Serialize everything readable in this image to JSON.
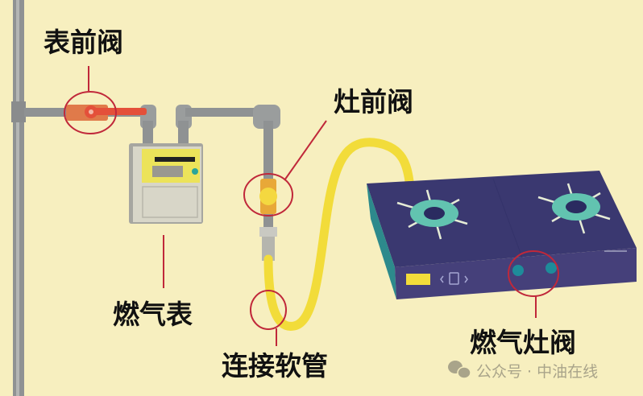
{
  "labels": {
    "meter_front_valve": "表前阀",
    "stove_front_valve": "灶前阀",
    "gas_meter": "燃气表",
    "connecting_hose": "连接软管",
    "stove_valve": "燃气灶阀"
  },
  "watermark": {
    "icon": "wechat-icon",
    "text": "公众号 · 中油在线"
  },
  "colors": {
    "background": "#f7efbf",
    "pipe": "#8f9293",
    "highlight": "#c0283a",
    "hose": "#f2dc3a",
    "stove": "#3a3870",
    "burner": "#5fc4b4"
  }
}
